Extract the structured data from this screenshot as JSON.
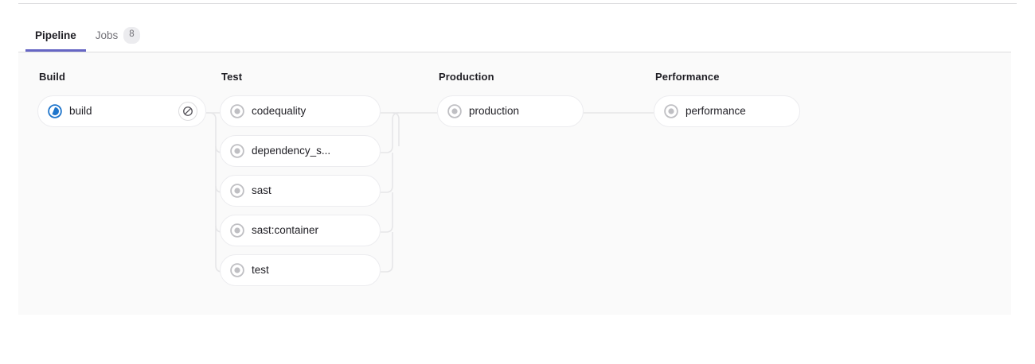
{
  "tabs": [
    {
      "label": "Pipeline",
      "active": true,
      "badge": null
    },
    {
      "label": "Jobs",
      "active": false,
      "badge": "8"
    }
  ],
  "colors": {
    "accent": "#6666c4",
    "running": "#1f75cb",
    "created": "#a4a3a8",
    "panel_bg": "#fafafa",
    "border": "#dcdcde",
    "text": "#1f1e24",
    "muted_text": "#737278"
  },
  "pipeline": {
    "stages": [
      {
        "name": "Build",
        "jobs": [
          {
            "name": "build",
            "status": "running",
            "status_icon": "status-running-icon",
            "action": "cancel-icon"
          }
        ]
      },
      {
        "name": "Test",
        "jobs": [
          {
            "name": "codequality",
            "status": "created",
            "status_icon": "status-created-icon",
            "action": null
          },
          {
            "name": "dependency_s...",
            "status": "created",
            "status_icon": "status-created-icon",
            "action": null
          },
          {
            "name": "sast",
            "status": "created",
            "status_icon": "status-created-icon",
            "action": null
          },
          {
            "name": "sast:container",
            "status": "created",
            "status_icon": "status-created-icon",
            "action": null
          },
          {
            "name": "test",
            "status": "created",
            "status_icon": "status-created-icon",
            "action": null
          }
        ]
      },
      {
        "name": "Production",
        "jobs": [
          {
            "name": "production",
            "status": "created",
            "status_icon": "status-created-icon",
            "action": null
          }
        ]
      },
      {
        "name": "Performance",
        "jobs": [
          {
            "name": "performance",
            "status": "created",
            "status_icon": "status-created-icon",
            "action": null
          }
        ]
      }
    ]
  }
}
